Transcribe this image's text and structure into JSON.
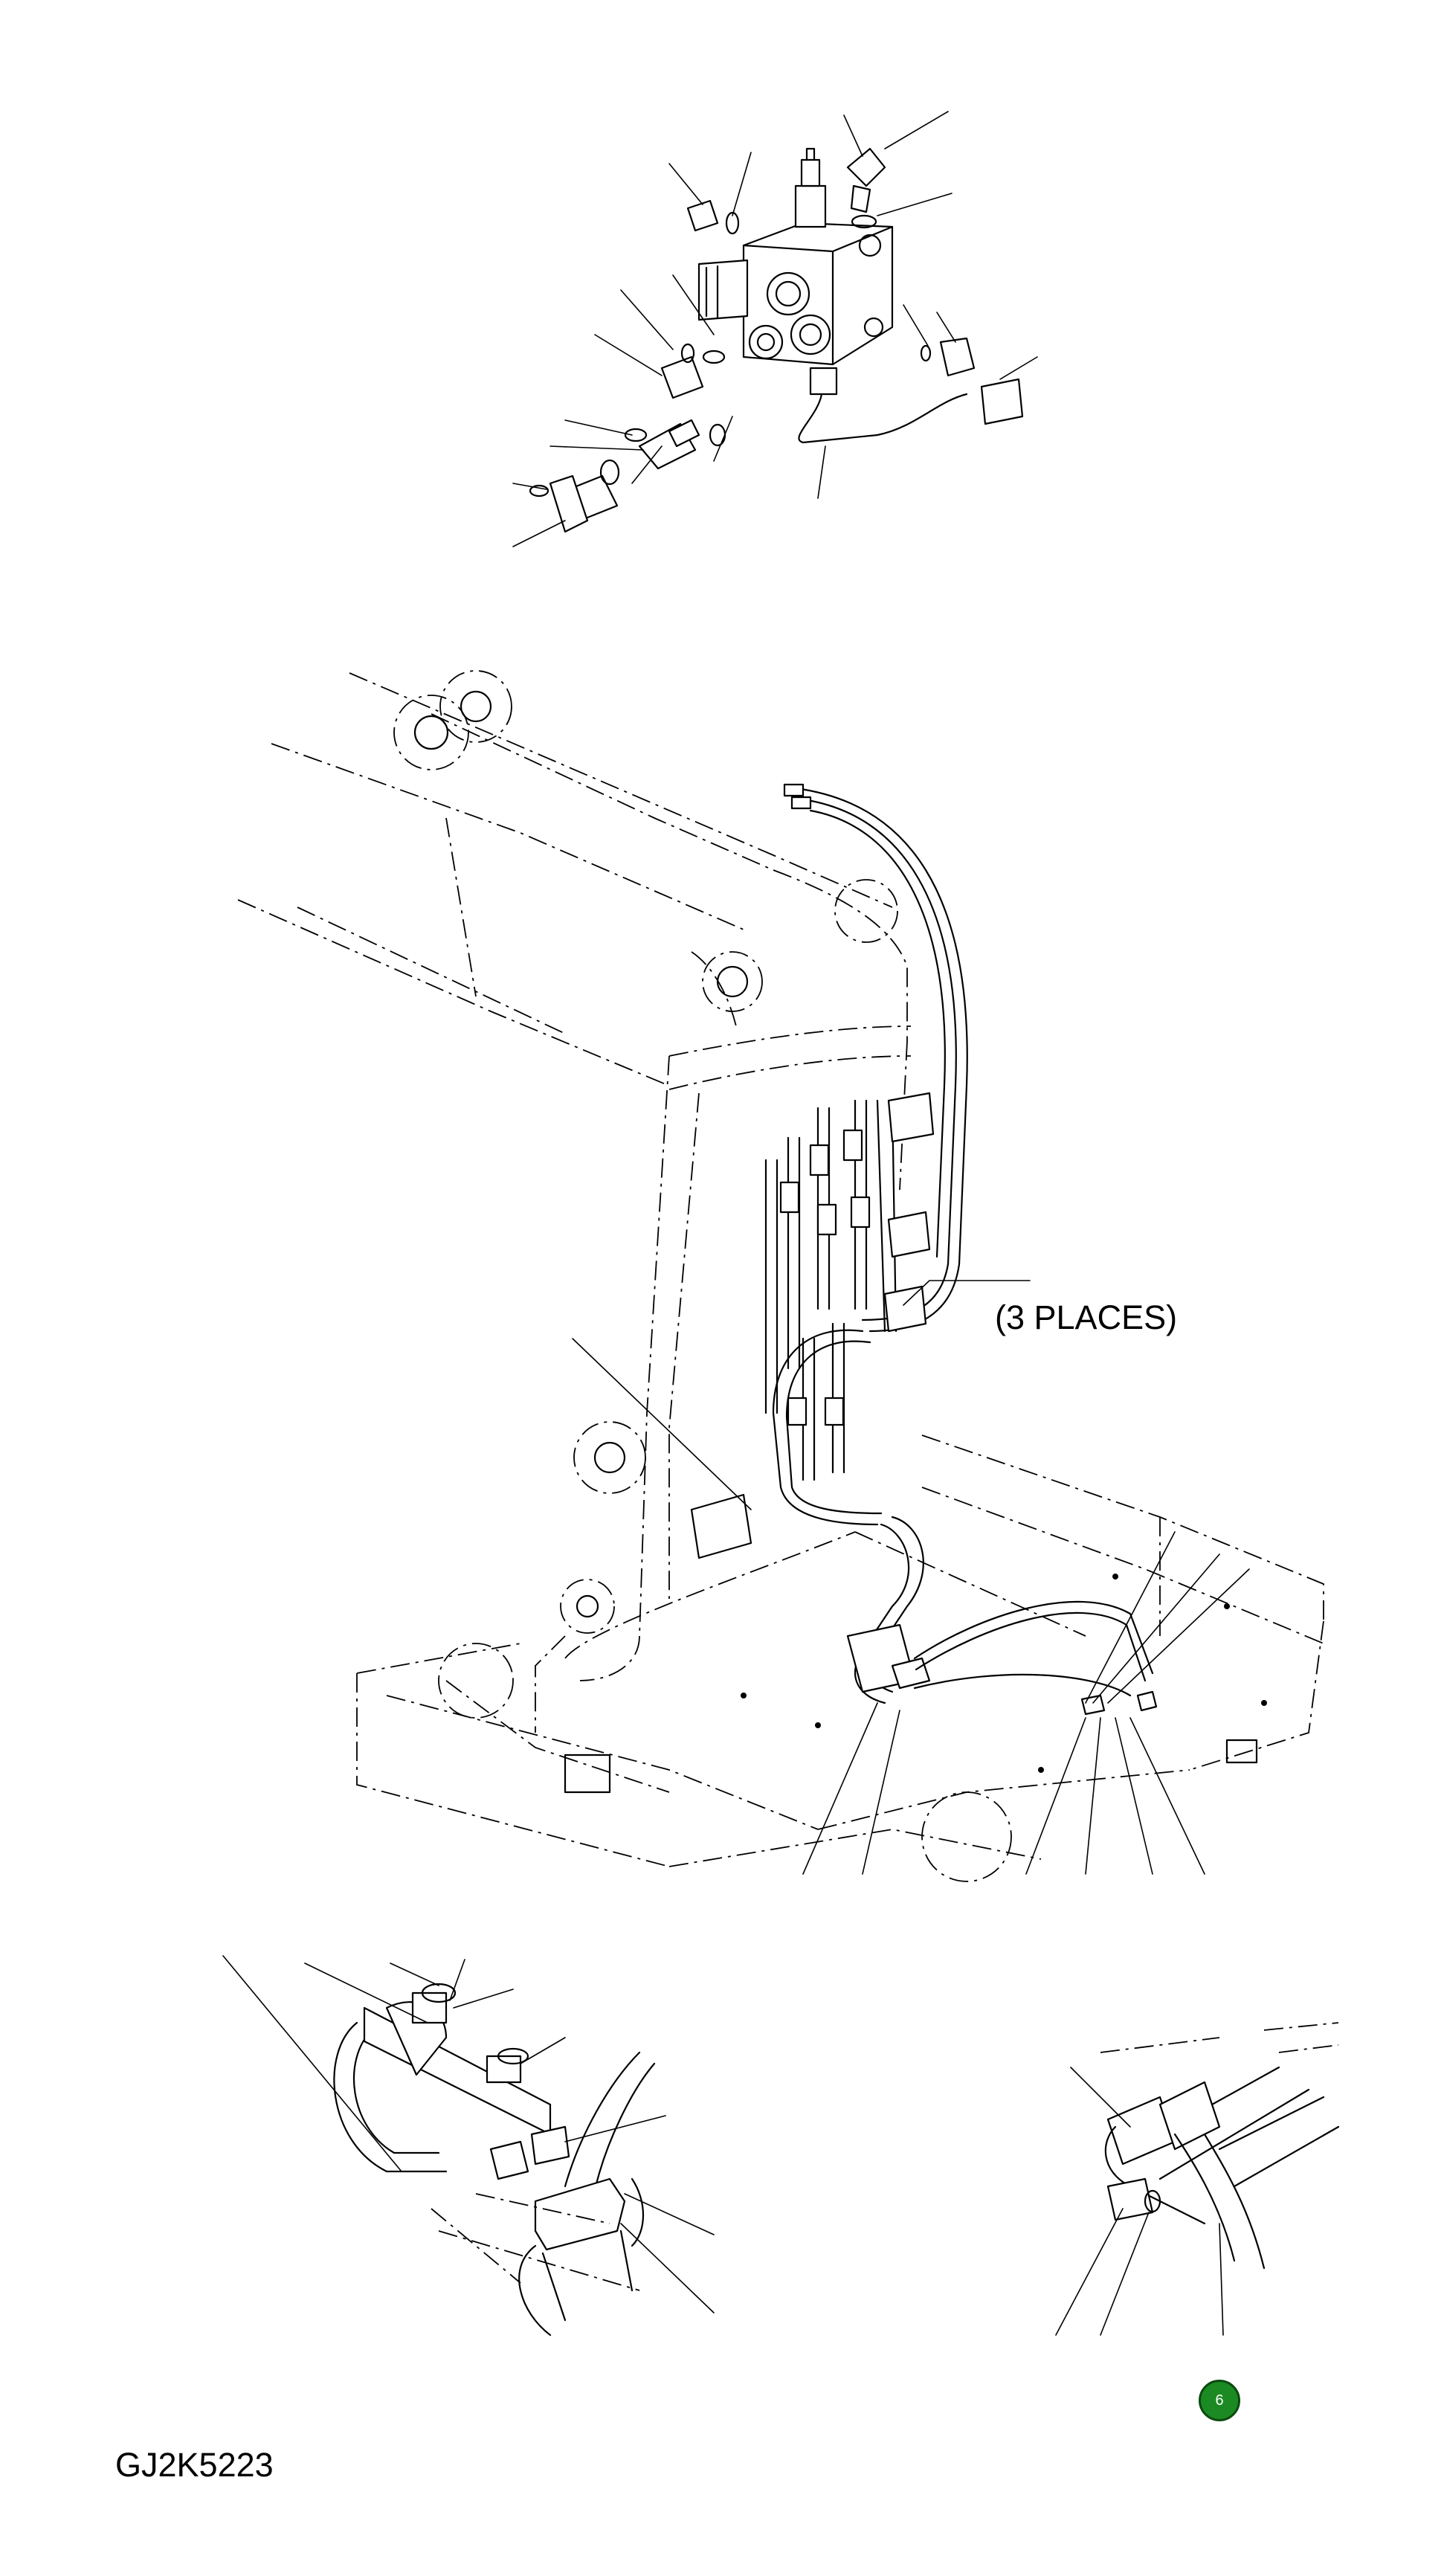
{
  "figure": {
    "callout_text": "(3 PLACES)",
    "figure_code": "GJ2K5223",
    "page_badge": "6",
    "badge_color": "#1b8a22"
  }
}
